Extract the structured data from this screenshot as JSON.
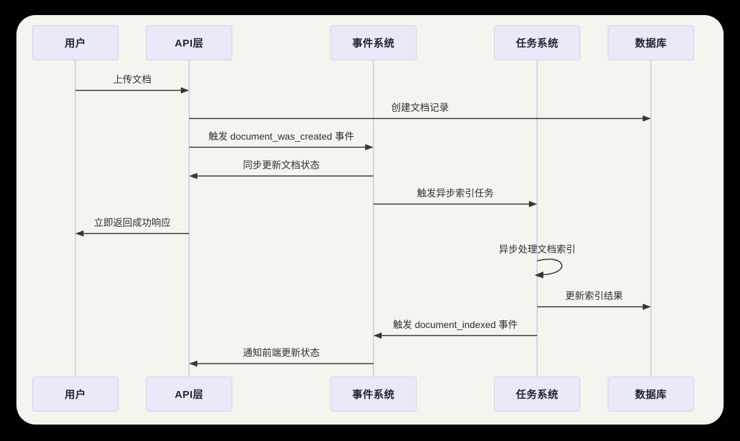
{
  "diagram": {
    "type": "sequence-diagram",
    "title": "",
    "actors": [
      {
        "id": "user",
        "label": "用户"
      },
      {
        "id": "api",
        "label": "API层"
      },
      {
        "id": "event",
        "label": "事件系统"
      },
      {
        "id": "task",
        "label": "任务系统"
      },
      {
        "id": "db",
        "label": "数据库"
      }
    ],
    "messages": [
      {
        "from": "user",
        "to": "api",
        "label": "上传文档",
        "self": false
      },
      {
        "from": "api",
        "to": "db",
        "label": "创建文档记录",
        "self": false
      },
      {
        "from": "api",
        "to": "event",
        "label": "触发 document_was_created 事件",
        "self": false
      },
      {
        "from": "event",
        "to": "api",
        "label": "同步更新文档状态",
        "self": false
      },
      {
        "from": "event",
        "to": "task",
        "label": "触发异步索引任务",
        "self": false
      },
      {
        "from": "api",
        "to": "user",
        "label": "立即返回成功响应",
        "self": false
      },
      {
        "from": "task",
        "to": "task",
        "label": "异步处理文档索引",
        "self": true
      },
      {
        "from": "task",
        "to": "db",
        "label": "更新索引结果",
        "self": false
      },
      {
        "from": "task",
        "to": "event",
        "label": "触发 document_indexed 事件",
        "self": false
      },
      {
        "from": "event",
        "to": "api",
        "label": "通知前端更新状态",
        "self": false
      }
    ],
    "colors": {
      "outer_background": "#000000",
      "canvas_background": "#F5F4EF",
      "actor_fill": "#E9E9FA",
      "actor_border": "#D2D2E6",
      "lifeline": "#C9C9E8",
      "arrow": "#363636",
      "text": "#2e2e2e"
    }
  }
}
